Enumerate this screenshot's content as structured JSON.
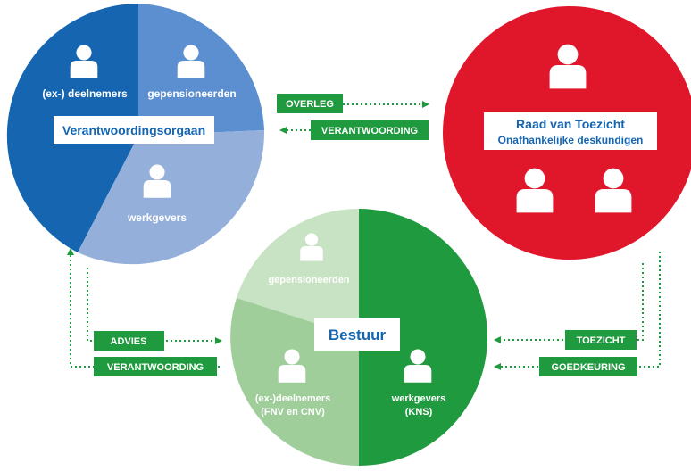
{
  "colors": {
    "blue_dark": "#1565b0",
    "blue_mid": "#5b8fd0",
    "blue_light": "#94afd9",
    "red": "#e0162b",
    "green_dark": "#1f9a3e",
    "green_mid": "#9fce9b",
    "green_light": "#c8e3c3",
    "arrow_green": "#1f9a3e"
  },
  "vo": {
    "title": "Verantwoordingsorgaan",
    "segments": {
      "deelnemers": "(ex-) deelnemers",
      "gepensioneerden": "gepensioneerden",
      "werkgevers": "werkgevers"
    }
  },
  "rvt": {
    "title": "Raad van Toezicht",
    "subtitle": "Onafhankelijke deskundigen"
  },
  "bestuur": {
    "title": "Bestuur",
    "segments": {
      "gepensioneerden": "gepensioneerden",
      "deelnemers_line1": "(ex-)deelnemers",
      "deelnemers_line2": "(FNV en CNV)",
      "werkgevers_line1": "werkgevers",
      "werkgevers_line2": "(KNS)"
    }
  },
  "relations": {
    "overleg": "OVERLEG",
    "verantwoording_top": "VERANTWOORDING",
    "advies": "ADVIES",
    "verantwoording_bottom": "VERANTWOORDING",
    "toezicht": "TOEZICHT",
    "goedkeuring": "GOEDKEURING"
  }
}
